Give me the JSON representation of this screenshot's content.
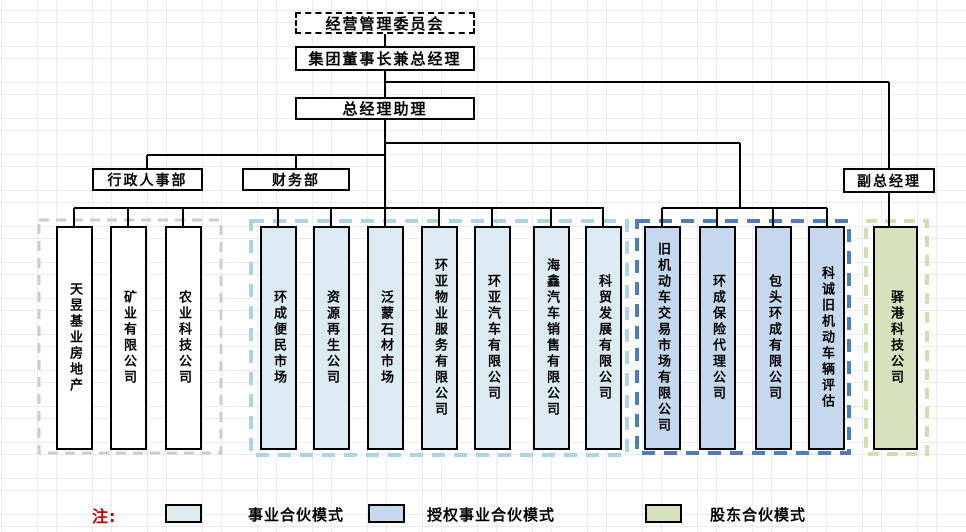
{
  "nodes": {
    "committee": "经营管理委员会",
    "chairman": "集团董事长兼总经理",
    "assistant": "总经理助理",
    "hr_dept": "行政人事部",
    "finance_dept": "财务部",
    "deputy_gm": "副总经理"
  },
  "groups": [
    {
      "mode": "plain",
      "companies": [
        "天昱基业房地产",
        "矿业有限公司",
        "农业科技公司"
      ]
    },
    {
      "mode": "business-partner",
      "companies": [
        "环成便民市场",
        "资源再生公司",
        "泛蒙石材市场",
        "环亚物业服务有限公司",
        "环亚汽车有限公司",
        "海鑫汽车销售有限公司",
        "科贸发展有限公司"
      ]
    },
    {
      "mode": "authorized-business-partner",
      "companies": [
        "旧机动车交易市场有限公司",
        "环成保险代理公司",
        "包头环成有限公司",
        "科诚旧机动车辆评估"
      ]
    },
    {
      "mode": "shareholder-partner",
      "companies": [
        "驿港科技公司"
      ]
    }
  ],
  "legend": {
    "note": "注:",
    "items": [
      {
        "label": "事业合伙模式",
        "color": "#dcebf2"
      },
      {
        "label": "授权事业合伙模式",
        "color": "#c6d8ee"
      },
      {
        "label": "股东合伙模式",
        "color": "#d6e2bb"
      }
    ]
  },
  "colors": {
    "box-light": "#dcebf2",
    "box-blue": "#c6d8ee",
    "box-green": "#d6e2bb",
    "outline-gray": "#ccccd6",
    "outline-light": "#aed3e2",
    "outline-blue": "#4e7dba",
    "outline-green": "#cfdfb0",
    "note-red": "#c00000",
    "line-black": "#000000"
  }
}
